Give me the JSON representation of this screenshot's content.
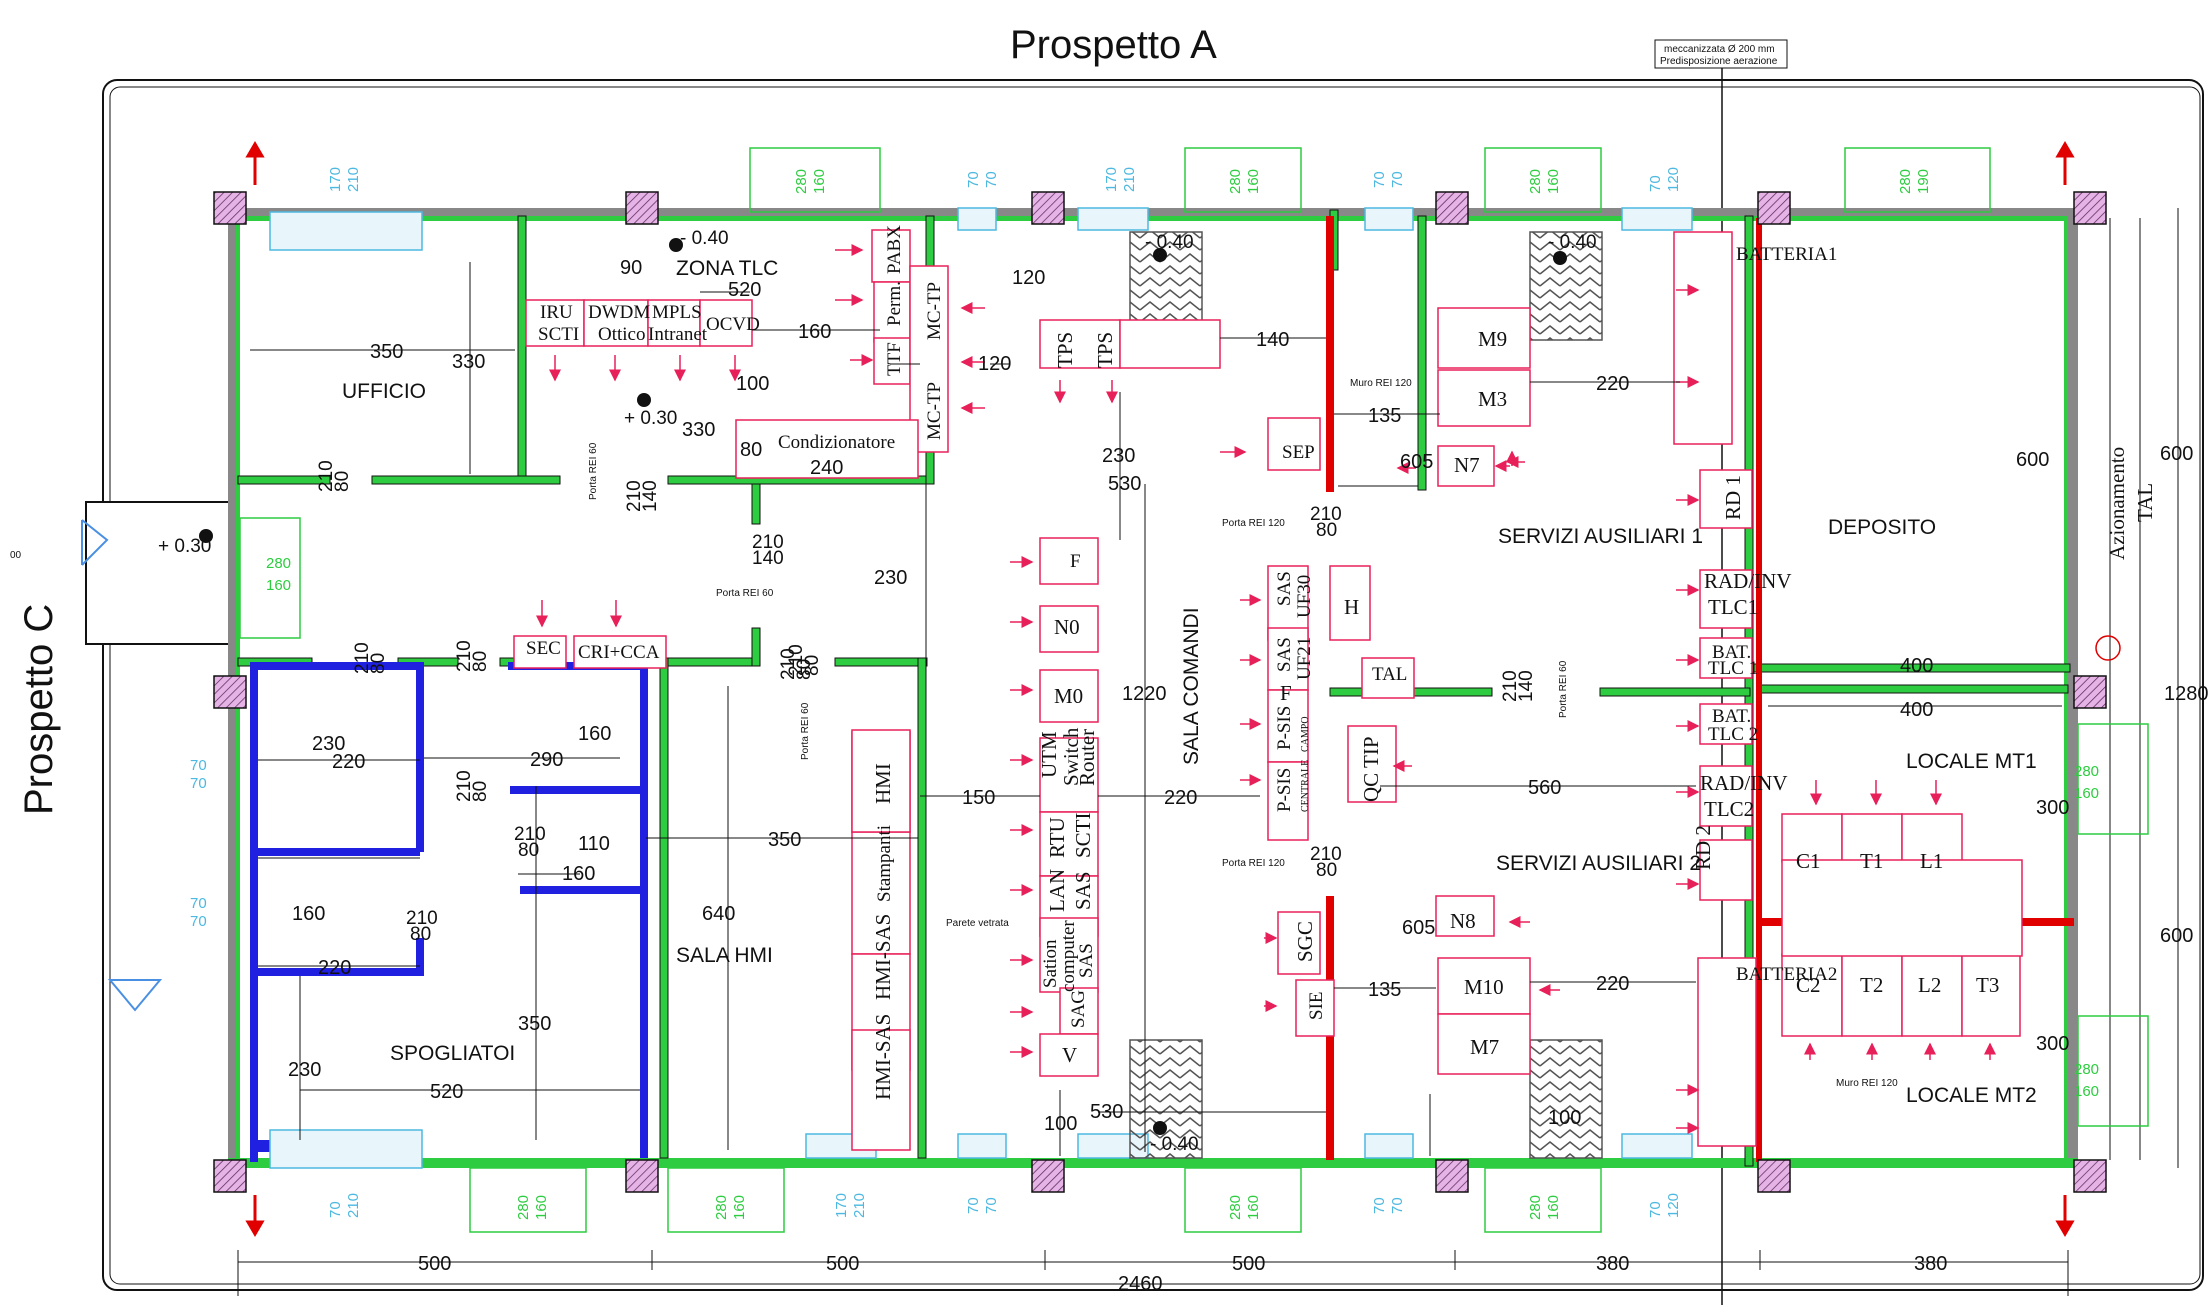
{
  "titles": {
    "top": "Prospetto A",
    "left": "Prospetto C"
  },
  "notes": {
    "aeration_line1": "meccanizzata Ø 200 mm",
    "aeration_line2": "Predisposizione aerazione",
    "muro_rei_1": "Muro REI 120",
    "muro_rei_2": "Muro REI 120",
    "porta_rei_60_a": "Porta REI 60",
    "porta_rei_60_b": "Porta REI 60",
    "porta_rei_60_c": "Porta REI 60",
    "porta_rei_60_d": "Porta REI 60",
    "porta_rei_120_a": "Porta REI 120",
    "porta_rei_120_b": "Porta REI 120",
    "parete_vetrata": "Parete vetrata"
  },
  "rooms": {
    "ufficio": "UFFICIO",
    "zona_tlc": "ZONA TLC",
    "sala_comandi": "SALA COMANDI",
    "servizi_1": "SERVIZI AUSILIARI 1",
    "servizi_2": "SERVIZI AUSILIARI 2",
    "deposito": "DEPOSITO",
    "locale_mt1": "LOCALE MT1",
    "locale_mt2": "LOCALE MT2",
    "sala_hmi": "SALA HMI",
    "spogliatoi": "SPOGLIATOI",
    "azionamento_1": "Azionamento",
    "azionamento_2": "TAL"
  },
  "levels": {
    "a": "- 0.40",
    "b": "- 0.40",
    "c": "- 0.40",
    "d": "- 0.40",
    "e": "+ 0.30",
    "f": "+ 0.30",
    "g": "00"
  },
  "equipment": {
    "iru1": "IRU",
    "iru2": "SCTI",
    "dwdm1": "DWDM",
    "dwdm2": "Ottico",
    "mpls1": "MPLS",
    "mpls2": "Intranet",
    "ocvd": "OCVD",
    "pabx": "PABX",
    "perm": "Perm.",
    "ttf": "TTF",
    "mctp1": "MC-TP",
    "mctp2": "MC-TP",
    "condizionatore": "Condizionatore",
    "tps1": "TPS",
    "tps2": "TPS",
    "m9": "M9",
    "m3": "M3",
    "n7": "N7",
    "sep": "SEP",
    "batt1": "BATTERIA1",
    "batt2": "BATTERIA2",
    "rd1": "RD 1",
    "rd2": "RD 2",
    "radinv1a": "RAD/INV",
    "radinv1b": "TLC1",
    "radinv2a": "RAD/INV",
    "radinv2b": "TLC2",
    "bat1a": "BAT.",
    "bat1b": "TLC 1",
    "bat2a": "BAT.",
    "bat2b": "TLC 2",
    "f": "F",
    "n0": "N0",
    "m0": "M0",
    "h": "H",
    "tal": "TAL",
    "sas_uf30a": "SAS",
    "sas_uf30b": "UF30",
    "sas_uf21a": "SAS",
    "sas_uf21b": "UF21",
    "psis_campo_a": "P-SIS",
    "psis_campo_b": "CAMPO",
    "psis_centrale_a": "P-SIS",
    "psis_centrale_b": "CENTRALE",
    "qc_tip": "QC TIP",
    "utm1": "UTM",
    "utm2": "Switch",
    "utm3": "Router",
    "rtu1": "RTU",
    "rtu2": "SCTI",
    "lan1": "LAN",
    "lan2": "SAS",
    "sation1": "Sation",
    "sation2": "computer",
    "sation3": "SAS",
    "sag": "SAG",
    "v": "V",
    "hmi": "HMI",
    "stampanti": "Stampanti",
    "hmi_sas_1": "HMI-SAS",
    "hmi_sas_2": "HMI-SAS",
    "sec": "SEC",
    "cri_cca": "CRI+CCA",
    "sgc": "SGC",
    "sie": "SIE",
    "n8": "N8",
    "m10": "M10",
    "m7": "M7",
    "c1": "C1",
    "t1": "T1",
    "l1": "L1",
    "c2": "C2",
    "t2": "T2",
    "l2": "L2",
    "t3": "T3"
  },
  "dimensions": {
    "d350": "350",
    "d330a": "330",
    "d90": "90",
    "d520a": "520",
    "d160a": "160",
    "d100a": "100",
    "d330b": "330",
    "d80a": "80",
    "d240": "240",
    "d120a": "120",
    "d120b": "120",
    "d140a": "140",
    "d230a": "230",
    "d530a": "530",
    "d135a": "135",
    "d220a": "220",
    "d605a": "605",
    "d600a": "600",
    "d600b": "600",
    "d230b": "230",
    "d1220": "1220",
    "d150": "150",
    "d220b": "220",
    "d560": "560",
    "d400a": "400",
    "d400b": "400",
    "d1280": "1280",
    "d300a": "300",
    "d300b": "300",
    "d600c": "600",
    "d605b": "605",
    "d135b": "135",
    "d220c": "220",
    "d100b": "100",
    "d530b": "530",
    "d100c": "100",
    "d350b": "350",
    "d640": "640",
    "d290": "290",
    "d230c": "230",
    "d220d": "220",
    "d160b": "160",
    "d110": "110",
    "d160c": "160",
    "d160d": "160",
    "d220e": "220",
    "d350c": "350",
    "d230d": "230",
    "d520b": "520",
    "b500a": "500",
    "b500b": "500",
    "b500c": "500",
    "b380a": "380",
    "b380b": "380",
    "b2460": "2460"
  },
  "door_tags": {
    "d210_80a": "210",
    "d210_80a2": "80",
    "d210_140a": "210",
    "d210_140a2": "140",
    "d210_140b": "210",
    "d210_140b2": "140",
    "d210_80b": "210",
    "d210_80b2": "80",
    "d210_80c": "210",
    "d210_80c2": "80",
    "d210_80d": "210",
    "d210_80d2": "80",
    "d210_80e": "210",
    "d210_80e2": "80",
    "d210_80f": "210",
    "d210_80f2": "80",
    "d210_80g": "210",
    "d210_80g2": "80",
    "d210_80h": "210",
    "d210_80h2": "80",
    "d210_80i": "210",
    "d210_80i2": "80",
    "d210_80j": "210",
    "d210_80j2": "80",
    "d210_140c": "210",
    "d210_140c2": "140",
    "d210_80k": "210",
    "d210_80k2": "80",
    "d210_80l": "210",
    "d210_80l2": "80"
  },
  "windows": {
    "w1a": "170",
    "w1b": "210",
    "w2a": "70",
    "w2b": "70",
    "w3a": "170",
    "w3b": "210",
    "w4a": "70",
    "w4b": "70",
    "w5a": "70",
    "w5b": "120",
    "w6a": "70",
    "w6b": "210",
    "w7a": "70",
    "w7b": "70",
    "w8a": "170",
    "w8b": "210",
    "w9a": "70",
    "w9b": "70",
    "w10a": "70",
    "w10b": "120",
    "wl1a": "70",
    "wl1b": "70",
    "wl2a": "70",
    "wl2b": "70"
  },
  "green_doors": {
    "g1a": "280",
    "g1b": "160",
    "g2a": "280",
    "g2b": "160",
    "g3a": "280",
    "g3b": "160",
    "g4a": "280",
    "g4b": "190",
    "g5a": "280",
    "g5b": "160",
    "g6a": "280",
    "g6b": "160",
    "g7a": "280",
    "g7b": "160",
    "g8a": "280",
    "g8b": "160",
    "g9a": "280",
    "g9b": "160",
    "g10a": "280",
    "g10b": "160",
    "g11a": "280",
    "g11b": "160"
  },
  "colors": {
    "wall_green": "#2ecc40",
    "wall_grey": "#888888",
    "wall_red": "#e00000",
    "wall_blue": "#2020e0",
    "equipment_pink": "#e8205a",
    "window_cyan": "#4db8e0",
    "pillar_fill": "#e6b3e6"
  }
}
